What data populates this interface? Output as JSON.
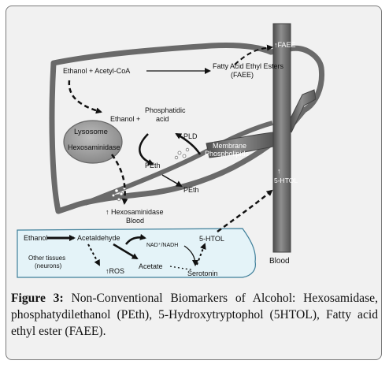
{
  "labels": {
    "faee_vessel": "↑FAEE",
    "ethanol_acetyl": "Ethanol + Acetyl-CoA",
    "faee_line1": "Fatty Acid Ethyl Esters",
    "faee_line2": "(FAEE)",
    "ethanol_plus": "Ethanol +",
    "phosphatidic1": "Phosphatidic",
    "phosphatidic2": "acid",
    "lysosome": "Lysosome",
    "hexosaminidase": "Hexosaminidase",
    "pld": "PLD",
    "membrane1": "Membrane",
    "membrane2": "Phospholipids",
    "peth_liver": "PEth",
    "peth_out": "PEth",
    "htol_vessel": "↑",
    "htol_vessel2": "5-HTOL",
    "hex_blood1": "↑ Hexosaminidase",
    "hex_blood2": "Blood",
    "ethanol_tissue": "Ethanol",
    "acetaldehyde": "Acetaldehyde",
    "htol_tissue": "5-HTOL",
    "nad": "NAD⁺/NADH",
    "other1": "Other tissues",
    "other2": "(neurons)",
    "ros": "↑ROS",
    "acetate": "Acetate",
    "serotonin": "Serotonin",
    "blood": "Blood"
  },
  "caption": {
    "label": "Figure 3:",
    "text": " Non-Conventional Biomarkers of Alcohol: Hexosamidase, phosphatydilethanol (PEth), 5-Hydroxytryptophol (5HTOL), Fatty acid ethyl ester (FAEE)."
  },
  "colors": {
    "liver_outline": "#555555",
    "vessel": "#6f6f6f",
    "lysosome": "#9a9a9a",
    "tissue_box": "#e4f3f8",
    "tissue_border": "#3f7f9a"
  }
}
